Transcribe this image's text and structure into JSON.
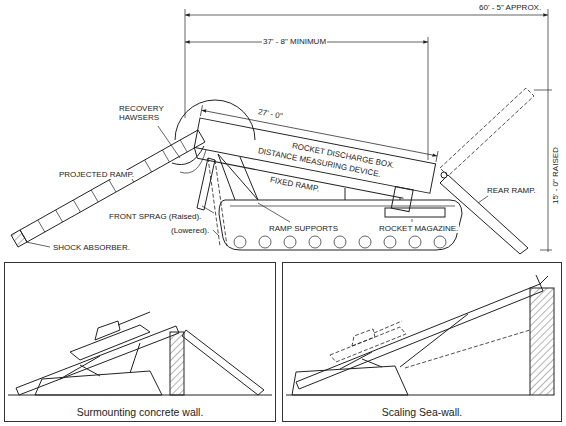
{
  "diagram": {
    "nodes": [
      {
        "text": [
          "Surmounting concrete wall."
        ]
      },
      {
        "text": [
          "Scaling Sea-wall."
        ]
      }
    ],
    "labels": [
      "60' - 5\" APPROX.",
      "37' - 8\" MINIMUM",
      "27' - 0\"",
      "ROCKET DISCHARGE BOX.",
      "DISTANCE MEASURING DEVICE.",
      "FIXED RAMP.",
      "RECOVERY HAWSERS",
      "PROJECTED RAMP.",
      "FRONT SPRAG (Raised).",
      "(Lowered).",
      "SHOCK ABSORBER.",
      "RAMP SUPPORTS",
      "ROCKET MAGAZINE.",
      "REAR RAMP.",
      "15' - 0\" RAISED"
    ]
  }
}
